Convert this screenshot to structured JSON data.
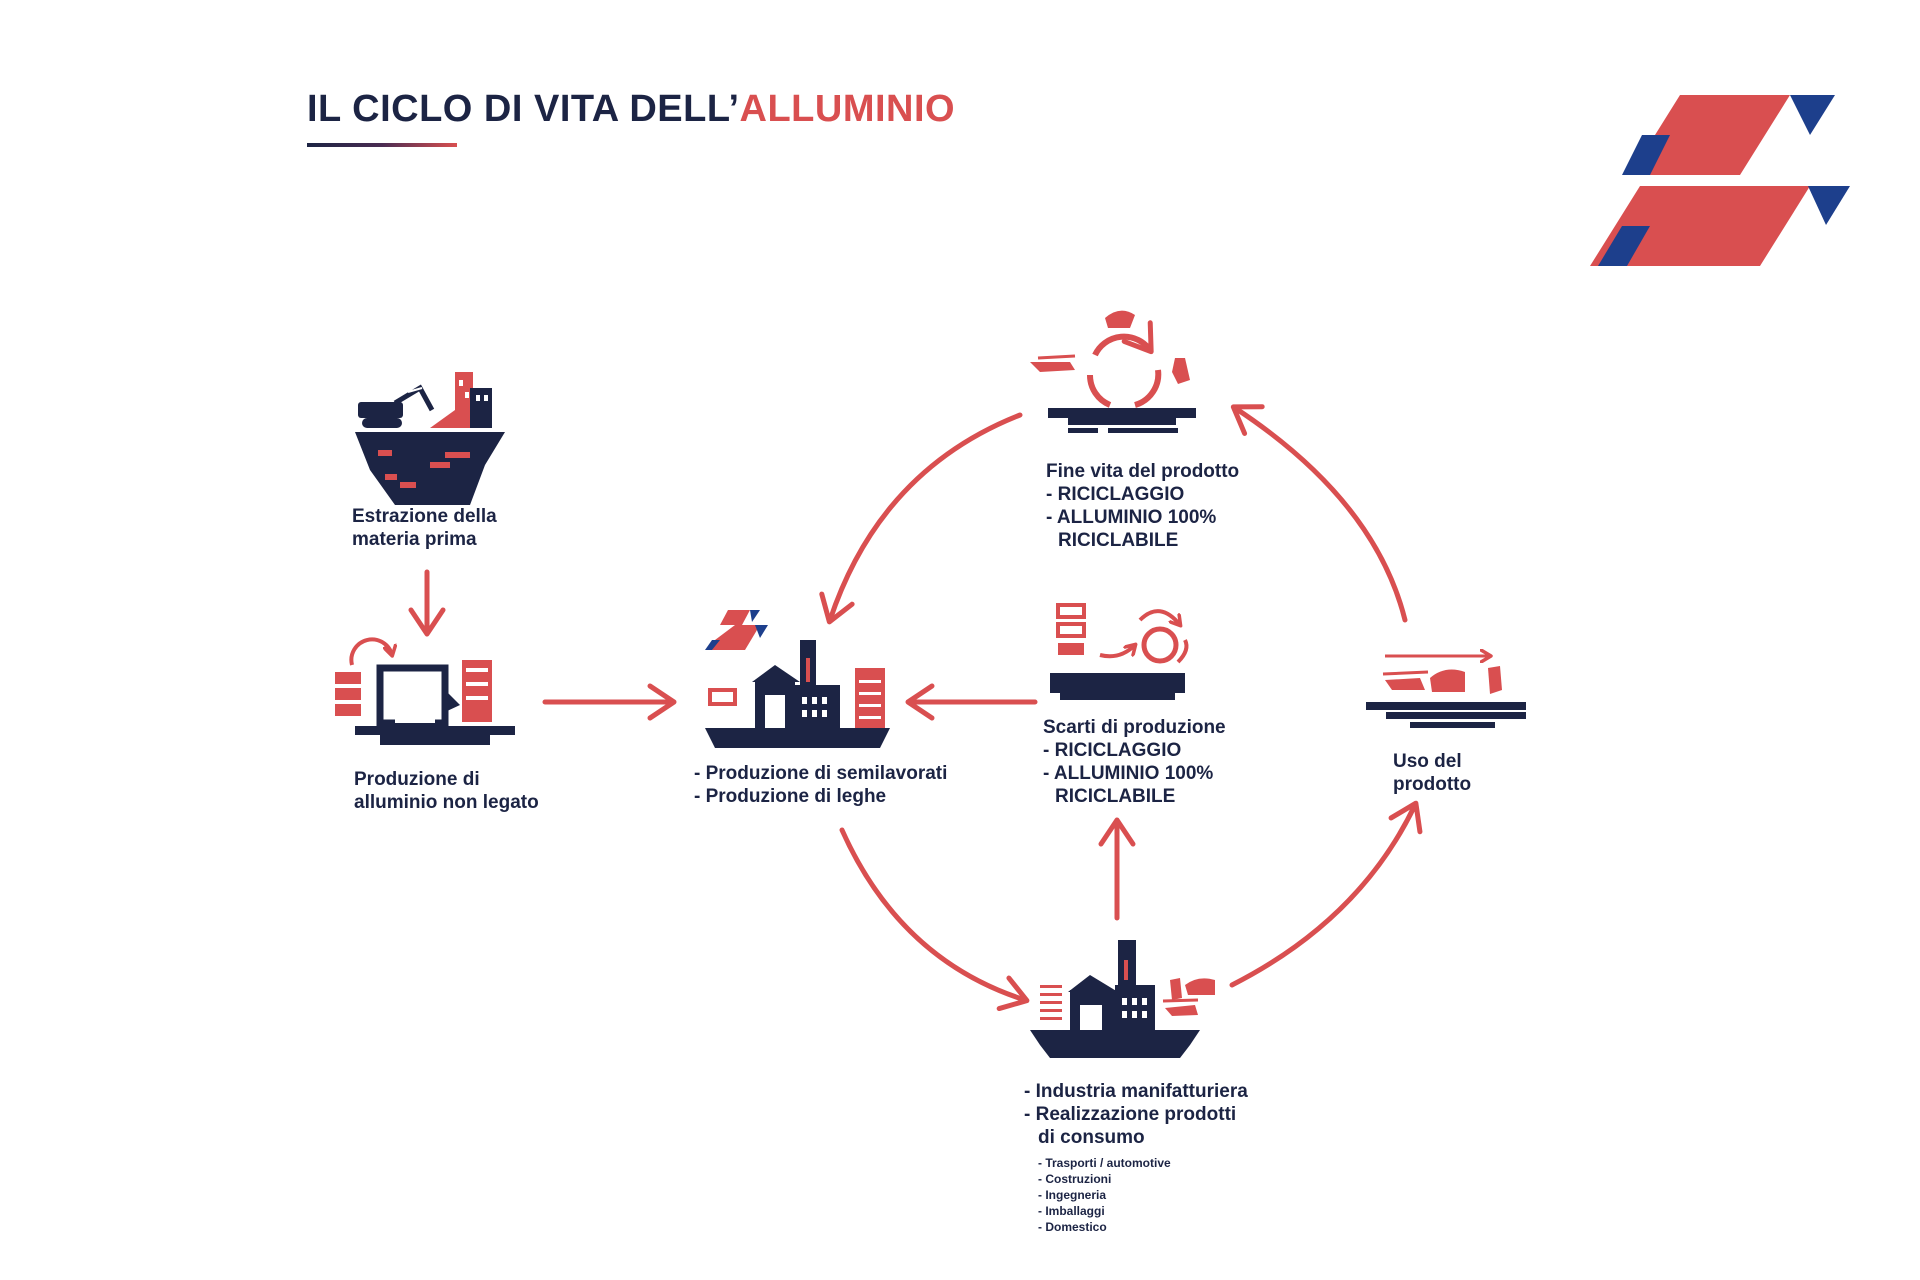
{
  "title": {
    "main": "IL CICLO DI VITA DELL’",
    "accent": "ALLUMINIO"
  },
  "colors": {
    "navy": "#1c2444",
    "red": "#d94f50",
    "blue": "#1d3f8c"
  },
  "nodes": {
    "estrazione": {
      "line1": "Estrazione della",
      "line2": "materia prima"
    },
    "produzione_non_legato": {
      "line1": "Produzione di",
      "line2": "alluminio non legato"
    },
    "semilavorati": {
      "line1": "- Produzione di semilavorati",
      "line2": "- Produzione di leghe"
    },
    "scarti": {
      "line1": "Scarti di produzione",
      "line2": "- RICICLAGGIO",
      "line3": "- ALLUMINIO 100%",
      "line4": "RICICLABILE"
    },
    "fine_vita": {
      "line1": "Fine vita del prodotto",
      "line2": "- RICICLAGGIO",
      "line3": "- ALLUMINIO 100%",
      "line4": "RICICLABILE"
    },
    "uso": {
      "line1": "Uso del",
      "line2": "prodotto"
    },
    "industria": {
      "line1": "- Industria manifatturiera",
      "line2": "- Realizzazione prodotti",
      "line3": "di consumo",
      "sectors": [
        "- Trasporti / automotive",
        "- Costruzioni",
        "- Ingegneria",
        "- Imballaggi",
        "- Domestico"
      ]
    }
  },
  "icons": {
    "estrazione": "mine-excavator-icon",
    "produzione_non_legato": "smelter-icon",
    "semilavorati": "factory-icon",
    "scarti": "scrap-recycling-icon",
    "fine_vita": "end-of-life-recycling-icon",
    "uso": "product-use-icon",
    "industria": "manufacturing-icon",
    "logo": "brand-logo-icon"
  }
}
